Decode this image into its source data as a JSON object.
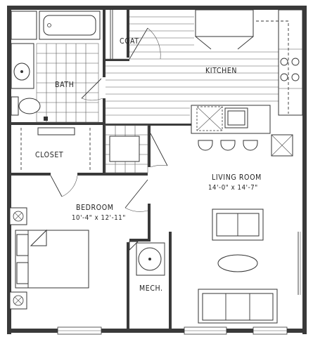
{
  "rooms": {
    "coat": {
      "name": "COAT"
    },
    "kitchen": {
      "name": "KITCHEN"
    },
    "bath": {
      "name": "BATH"
    },
    "closet": {
      "name": "CLOSET"
    },
    "living_room": {
      "name": "LIVING ROOM",
      "dimensions": "14'-0\" x 14'-7\""
    },
    "bedroom": {
      "name": "BEDROOM",
      "dimensions": "10'-4\" x 12'-11\""
    },
    "mech": {
      "name": "MECH."
    }
  },
  "colors": {
    "wall": "#3a3a3a",
    "line": "#333333",
    "background": "#ffffff"
  }
}
